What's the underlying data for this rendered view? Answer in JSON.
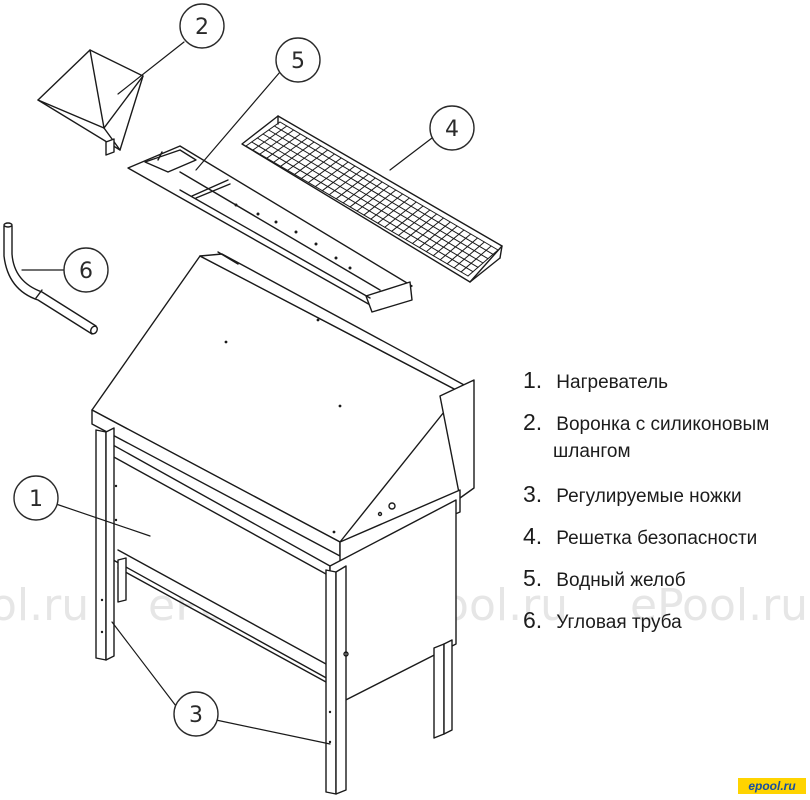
{
  "watermark": [
    "ol.ru",
    "ePool.ru",
    "ePool.ru",
    "ePool.ru"
  ],
  "callouts": [
    "1",
    "2",
    "3",
    "4",
    "5",
    "6"
  ],
  "legend": [
    {
      "num": "1.",
      "text": "Нагреватель"
    },
    {
      "num": "2.",
      "text": "Воронка с силиконовым",
      "cont": "шлангом"
    },
    {
      "num": "3.",
      "text": "Регулируемые ножки"
    },
    {
      "num": "4.",
      "text": "Решетка безопасности"
    },
    {
      "num": "5.",
      "text": "Водный желоб"
    },
    {
      "num": "6.",
      "text": "Угловая труба"
    }
  ],
  "logo": "epool.ru",
  "colors": {
    "line": "#1a1a1a",
    "watermark": "#e6e6e6",
    "logo_bg": "#ffd400",
    "logo_text": "#1a4fa0"
  }
}
